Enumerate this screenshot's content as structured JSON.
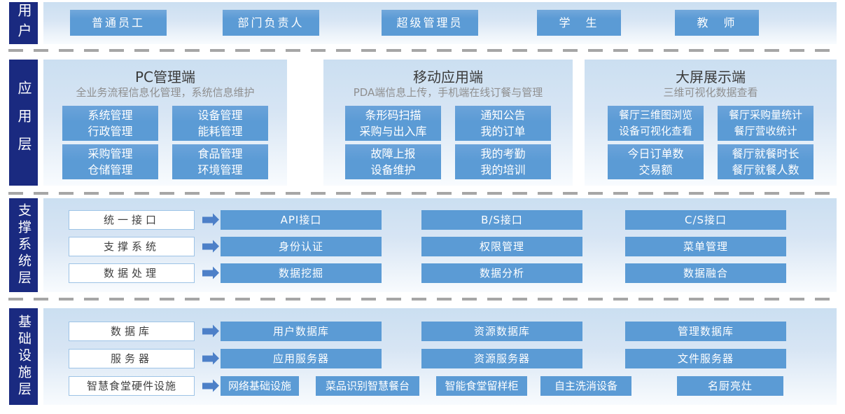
{
  "user_layer": {
    "label": "用户",
    "roles": [
      "普通员工",
      "部门负责人",
      "超级管理员",
      "学　生",
      "教　师"
    ]
  },
  "app_layer": {
    "label": "应用层",
    "sections": [
      {
        "title": "PC管理端",
        "subtitle": "全业务流程信息化管理，系统信息维护",
        "boxes": [
          "系统管理\n行政管理",
          "设备管理\n能耗管理",
          "采购管理\n仓储管理",
          "食品管理\n环境管理"
        ]
      },
      {
        "title": "移动应用端",
        "subtitle": "PDA端信息上传，手机端在线订餐与管理",
        "boxes": [
          "条形码扫描\n采购与出入库",
          "通知公告\n我的订单",
          "故障上报\n设备维护",
          "我的考勤\n我的培训"
        ]
      },
      {
        "title": "大屏展示端",
        "subtitle": "三维可视化数据查看",
        "boxes": [
          "餐厅三维图浏览\n设备可视化查看",
          "餐厅采购量统计\n餐厅营收统计",
          "今日订单数\n交易额",
          "餐厅就餐时长\n餐厅就餐人数"
        ]
      }
    ]
  },
  "support_layer": {
    "label": "支撑系统层",
    "rows": [
      {
        "label": "统一接口",
        "items": [
          "API接口",
          "B/S接口",
          "C/S接口"
        ]
      },
      {
        "label": "支撑系统",
        "items": [
          "身份认证",
          "权限管理",
          "菜单管理"
        ]
      },
      {
        "label": "数据处理",
        "items": [
          "数据挖掘",
          "数据分析",
          "数据融合"
        ]
      }
    ]
  },
  "infra_layer": {
    "label": "基础设施层",
    "rows": [
      {
        "label": "数据库",
        "items": [
          "用户数据库",
          "资源数据库",
          "管理数据库"
        ]
      },
      {
        "label": "服务器",
        "items": [
          "应用服务器",
          "资源服务器",
          "文件服务器"
        ]
      },
      {
        "label": "智慧食堂硬件设施",
        "items": [
          "网络基础设施",
          "菜品识别智慧餐台",
          "智能食堂留样柜",
          "自主洗消设备",
          "名厨亮灶"
        ]
      }
    ]
  },
  "colors": {
    "navy": "#1a2a80",
    "block_blue": "#5b9bd5",
    "arrow_blue": "#4d80c8",
    "box_border_blue": "#9dc3e6",
    "dash_gray": "#a6a6a6"
  }
}
